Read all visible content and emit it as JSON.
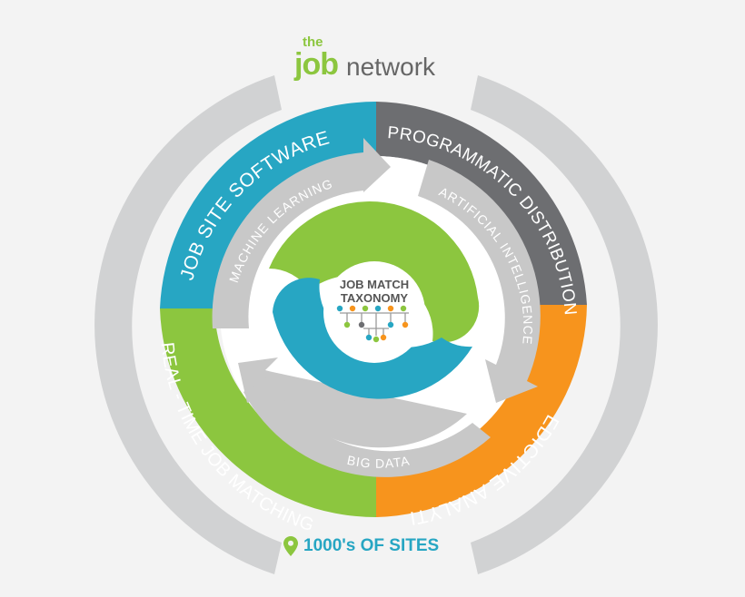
{
  "logo": {
    "the": "the",
    "job": "job",
    "network": "network"
  },
  "segments": {
    "job_site_software": "JOB SITE SOFTWARE",
    "programmatic_distribution": "PROGRAMMATIC DISTRIBUTION",
    "predictive_analytics": "PREDICTIVE ANALYTICS",
    "realtime_matching": "REAL - TIME JOB MATCHING"
  },
  "inner_arrows": {
    "machine_learning": "MACHINE LEARNING",
    "artificial_intelligence": "ARTIFICIAL INTELLIGENCE",
    "big_data": "BIG DATA"
  },
  "center": {
    "line1": "JOB MATCH",
    "line2": "TAXONOMY"
  },
  "footer": {
    "text": "1000's OF SITES",
    "icon": "map-pin-icon"
  },
  "colors": {
    "blue": "#27a6c3",
    "gray_dark": "#6d6e71",
    "orange": "#f7941d",
    "green": "#8cc63f",
    "arrow_gray": "#c8c8c8",
    "outer_gray": "#d1d2d3"
  }
}
